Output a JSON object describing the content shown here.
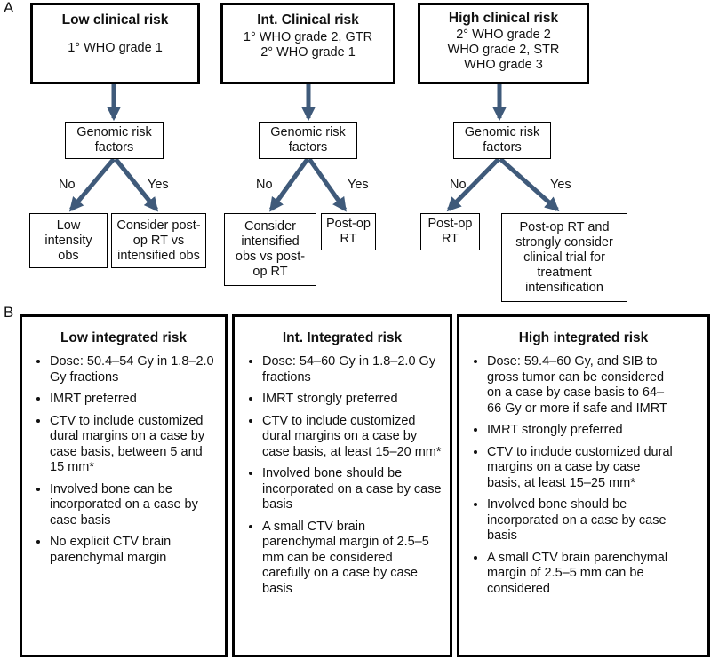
{
  "panel_labels": {
    "a": "A",
    "b": "B"
  },
  "clinical_risk": [
    {
      "title": "Low clinical risk",
      "lines": [
        "1° WHO grade 1"
      ],
      "genomic": "Genomic risk factors",
      "no": "No",
      "yes": "Yes",
      "no_outcome": "Low intensity obs",
      "yes_outcome": "Consider post-op RT vs intensified obs"
    },
    {
      "title": "Int. Clinical risk",
      "lines": [
        "1° WHO grade 2, GTR",
        "2° WHO grade 1"
      ],
      "genomic": "Genomic risk factors",
      "no": "No",
      "yes": "Yes",
      "no_outcome": "Consider intensified obs vs post-op RT",
      "yes_outcome": "Post-op RT"
    },
    {
      "title": "High clinical risk",
      "lines": [
        "2° WHO grade 2",
        "WHO grade 2, STR",
        "WHO grade 3"
      ],
      "genomic": "Genomic risk factors",
      "no": "No",
      "yes": "Yes",
      "no_outcome": "Post-op RT",
      "yes_outcome": "Post-op RT and strongly consider clinical trial for treatment intensification"
    }
  ],
  "integrated_risk": [
    {
      "title": "Low integrated risk",
      "bullets": [
        "Dose: 50.4–54 Gy in 1.8–2.0 Gy fractions",
        "IMRT preferred",
        "CTV to include customized dural margins on a case by case basis, between 5 and 15 mm*",
        "Involved bone can be incorporated on a case by case basis",
        "No explicit CTV brain parenchymal margin"
      ]
    },
    {
      "title": "Int. Integrated risk",
      "bullets": [
        "Dose: 54–60 Gy in 1.8–2.0 Gy fractions",
        "IMRT strongly preferred",
        "CTV to include customized dural margins on a case by case basis, at least 15–20 mm*",
        "Involved bone should be incorporated on a case by case basis",
        "A small CTV brain parenchymal margin of 2.5–5 mm can be considered carefully on a case by case basis"
      ]
    },
    {
      "title": "High integrated risk",
      "bullets": [
        "Dose: 59.4–60 Gy, and SIB to gross tumor can be considered on a case by case basis to 64–66 Gy or more if safe and IMRT",
        "IMRT strongly preferred",
        "CTV to include customized dural margins on a case by case basis, at least 15–25 mm*",
        "Involved bone should be incorporated on a case by case basis",
        "A small CTV brain parenchymal margin of 2.5–5 mm can be considered"
      ]
    }
  ],
  "colors": {
    "arrow": "#3f5a7a",
    "border": "#000000"
  }
}
